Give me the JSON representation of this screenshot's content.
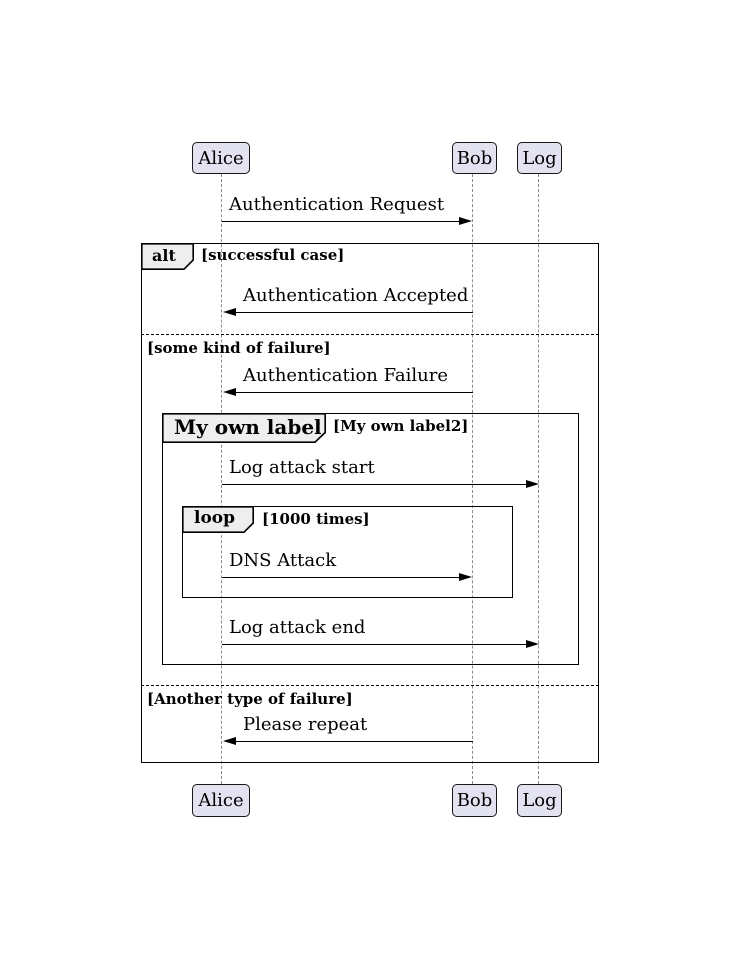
{
  "diagram": {
    "type": "sequence-diagram",
    "participants": [
      {
        "name": "Alice"
      },
      {
        "name": "Bob"
      },
      {
        "name": "Log"
      }
    ],
    "messages": [
      {
        "from": "Alice",
        "to": "Bob",
        "label": "Authentication Request"
      },
      {
        "from": "Bob",
        "to": "Alice",
        "label": "Authentication Accepted"
      },
      {
        "from": "Bob",
        "to": "Alice",
        "label": "Authentication Failure"
      },
      {
        "from": "Alice",
        "to": "Log",
        "label": "Log attack start"
      },
      {
        "from": "Alice",
        "to": "Bob",
        "label": "DNS Attack"
      },
      {
        "from": "Alice",
        "to": "Log",
        "label": "Log attack end"
      },
      {
        "from": "Bob",
        "to": "Alice",
        "label": "Please repeat"
      }
    ],
    "alt_frame": {
      "operator": "alt",
      "branches": [
        {
          "guard": "[successful case]"
        },
        {
          "guard": "[some kind of failure]"
        },
        {
          "guard": "[Another type of failure]"
        }
      ]
    },
    "group_frame": {
      "operator": "My own label",
      "guard": "[My own label2]"
    },
    "loop_frame": {
      "operator": "loop",
      "guard": "[1000 times]"
    },
    "colors": {
      "background": "#FFFFFF",
      "participant_fill": "#E2E2F0",
      "participant_border": "#181818",
      "operator_tab_fill": "#EEEEEE",
      "frame_border": "#000000",
      "lifeline": "#8C8C8C",
      "text": "#000000"
    }
  }
}
